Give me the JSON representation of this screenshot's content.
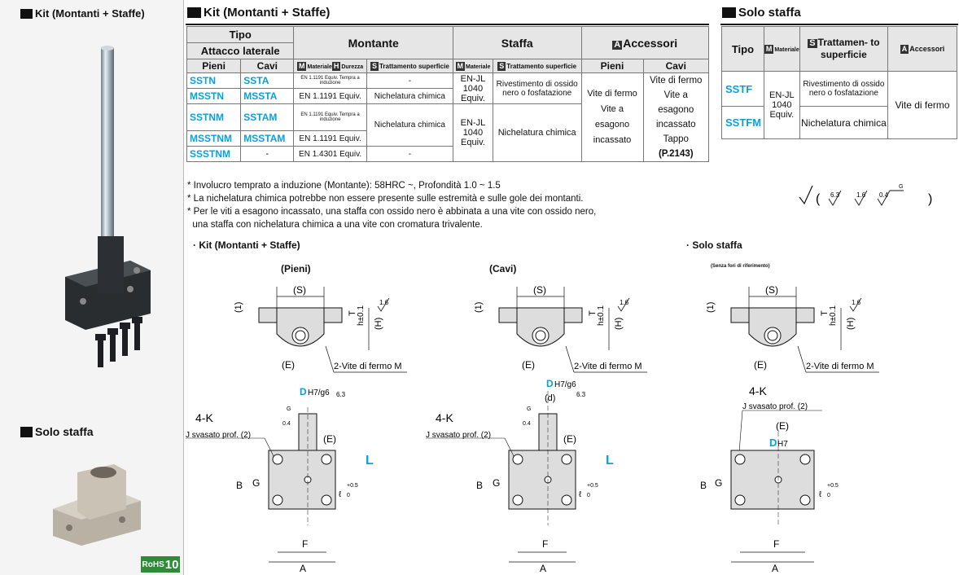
{
  "left": {
    "kit_title": "Kit (Montanti + Staffe)",
    "solo_title": "Solo staffa",
    "rohs": "RoHS",
    "rohs_num": "10"
  },
  "kit_table": {
    "title": "Kit (Montanti + Staffe)",
    "h_tipo": "Tipo",
    "h_attacco": "Attacco laterale",
    "h_montante": "Montante",
    "h_staffa": "Staffa",
    "h_acc_badge": "A",
    "h_accessori": "Accessori",
    "h_pieni": "Pieni",
    "h_cavi": "Cavi",
    "b_m": "M",
    "b_h": "H",
    "b_s": "S",
    "h_materiale": "Materiale",
    "h_durezza": "Durezza",
    "h_trattamento": "Trattamento superficie",
    "h_materiale2": "Materiale",
    "h_trattamento2": "Trattamento superficie",
    "h_acc_pieni": "Pieni",
    "h_acc_cavi": "Cavi",
    "rows": [
      {
        "pieni": "SSTN",
        "cavi": "SSTA",
        "mat": "EN 1.1191 Equiv. Tempra a induzione",
        "tratt": "-"
      },
      {
        "pieni": "MSSTN",
        "cavi": "MSSTA",
        "mat": "EN 1.1191 Equiv.",
        "tratt": "Nichelatura chimica"
      },
      {
        "pieni": "SSTNM",
        "cavi": "SSTAM",
        "mat": "EN 1.1191 Equiv. Tempra a induzione",
        "tratt": "Nichelatura chimica"
      },
      {
        "pieni": "MSSTNM",
        "cavi": "MSSTAM",
        "mat": "EN 1.1191 Equiv.",
        "tratt": ""
      },
      {
        "pieni": "SSSTNM",
        "cavi": "-",
        "mat": "EN 1.4301 Equiv.",
        "tratt": "-"
      }
    ],
    "staffa_mat_a": "EN-JL 1040 Equiv.",
    "staffa_tratt_a": "Rivestimento di ossido nero o fosfatazione",
    "staffa_mat_b": "EN-JL 1040 Equiv.",
    "staffa_tratt_b": "Nichelatura chimica",
    "acc_pieni": "Vite di fermo Vite a esagono incassato",
    "acc_cavi": "Vite di fermo Vite a esagono incassato Tappo",
    "acc_ref": "(P.2143)"
  },
  "solo_table": {
    "title": "Solo staffa",
    "h_tipo": "Tipo",
    "b_m": "M",
    "h_materiale": "Materiale",
    "b_s": "S",
    "h_trattamento": "Trattamen- to superficie",
    "b_a": "A",
    "h_accessori": "Accessori",
    "row1_pn": "SSTF",
    "row2_pn": "SSTFM",
    "mat": "EN-JL 1040 Equiv.",
    "tratt1": "Rivestimento di ossido nero o fosfatazione",
    "tratt2": "Nichelatura chimica",
    "acc": "Vite di fermo"
  },
  "notes": [
    "* Involucro temprato a induzione (Montante): 58HRC ~, Profondità 1.0 ~ 1.5",
    "* La nichelatura chimica potrebbe non essere presente sulle estremità e sulle gole dei montanti.",
    "* Per le viti a esagono incassato, una staffa con ossido nero è abbinata a una vite con ossido nero,",
    "  una staffa con nichelatura chimica a una vite con cromatura trivalente."
  ],
  "roughness": {
    "r1": "6.3",
    "r2": "1.6",
    "r3": "0.4",
    "g": "G"
  },
  "drawings": {
    "kit_heading": "· Kit (Montanti + Staffe)",
    "solo_heading": "· Solo staffa",
    "pieni": "(Pieni)",
    "cavi": "(Cavi)",
    "senza": "(Senza fori di riferimento)",
    "S": "(S)",
    "one": "(1)",
    "T": "T",
    "h": "h±0.1",
    "H": "(H)",
    "E": "(E)",
    "vite": "2-Vite di fermo M",
    "r16": "1.6",
    "r63": "6.3",
    "r04": "0.4",
    "G": "G",
    "D": "D",
    "fit": "H7/g6",
    "fitH7": "H7",
    "d": "(d)",
    "k": "4-K",
    "j": "J svasato prof. (2)",
    "L": "L",
    "B": "B",
    "Gdim": "G",
    "F": "F",
    "A": "A",
    "ell": "ℓ",
    "tol": "+0.5",
    "tol0": "0"
  }
}
